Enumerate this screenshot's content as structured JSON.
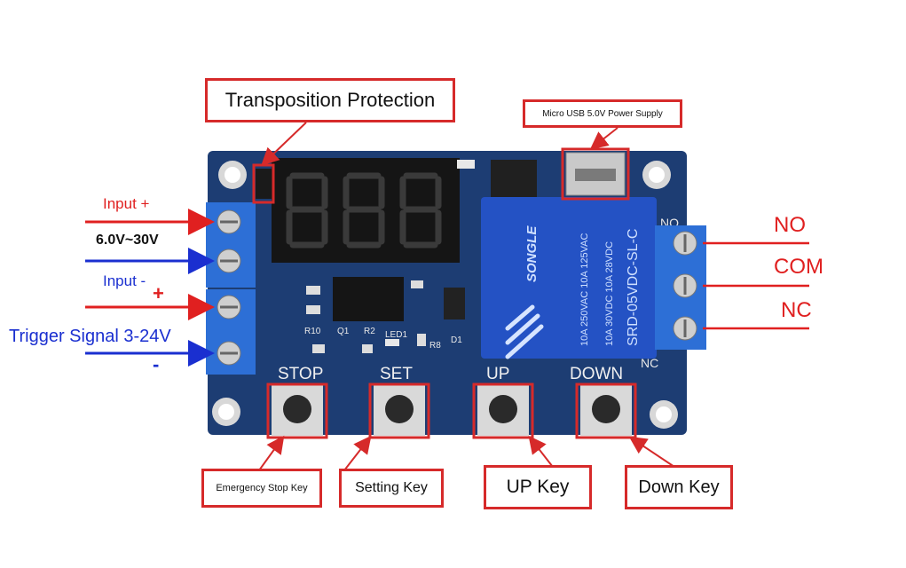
{
  "callouts": {
    "transposition": "Transposition Protection",
    "usb": "Micro USB 5.0V Power Supply",
    "stop_key": "Emergency Stop Key",
    "set_key": "Setting Key",
    "up_key": "UP Key",
    "down_key": "Down Key"
  },
  "left_labels": {
    "input_plus": "Input +",
    "voltage": "6.0V~30V",
    "input_minus": "Input -",
    "plus": "+",
    "trigger": "Trigger Signal 3-24V",
    "minus": "-"
  },
  "right_labels": {
    "no": "NO",
    "com": "COM",
    "nc": "NC"
  },
  "board": {
    "button_stop": "STOP",
    "button_set": "SET",
    "button_up": "UP",
    "button_down": "DOWN",
    "relay_brand": "SONGLE",
    "relay_model": "SRD-05VDC-SL-C",
    "relay_rating_1": "10A 250VAC  10A 125VAC",
    "relay_rating_2": "10A 30VDC  10A 28VDC",
    "relay_side": "NO",
    "relay_nc": "NC",
    "r10": "R10",
    "q1": "Q1",
    "r2": "R2",
    "led1": "LED1",
    "r8": "R8",
    "d1": "D1"
  },
  "colors": {
    "callout_border": "#d62a2a",
    "arrow_red": "#e02020",
    "arrow_blue": "#1a2fd0",
    "pcb": "#1d3d73",
    "terminal": "#2d6fd6",
    "relay": "#2452c4"
  }
}
